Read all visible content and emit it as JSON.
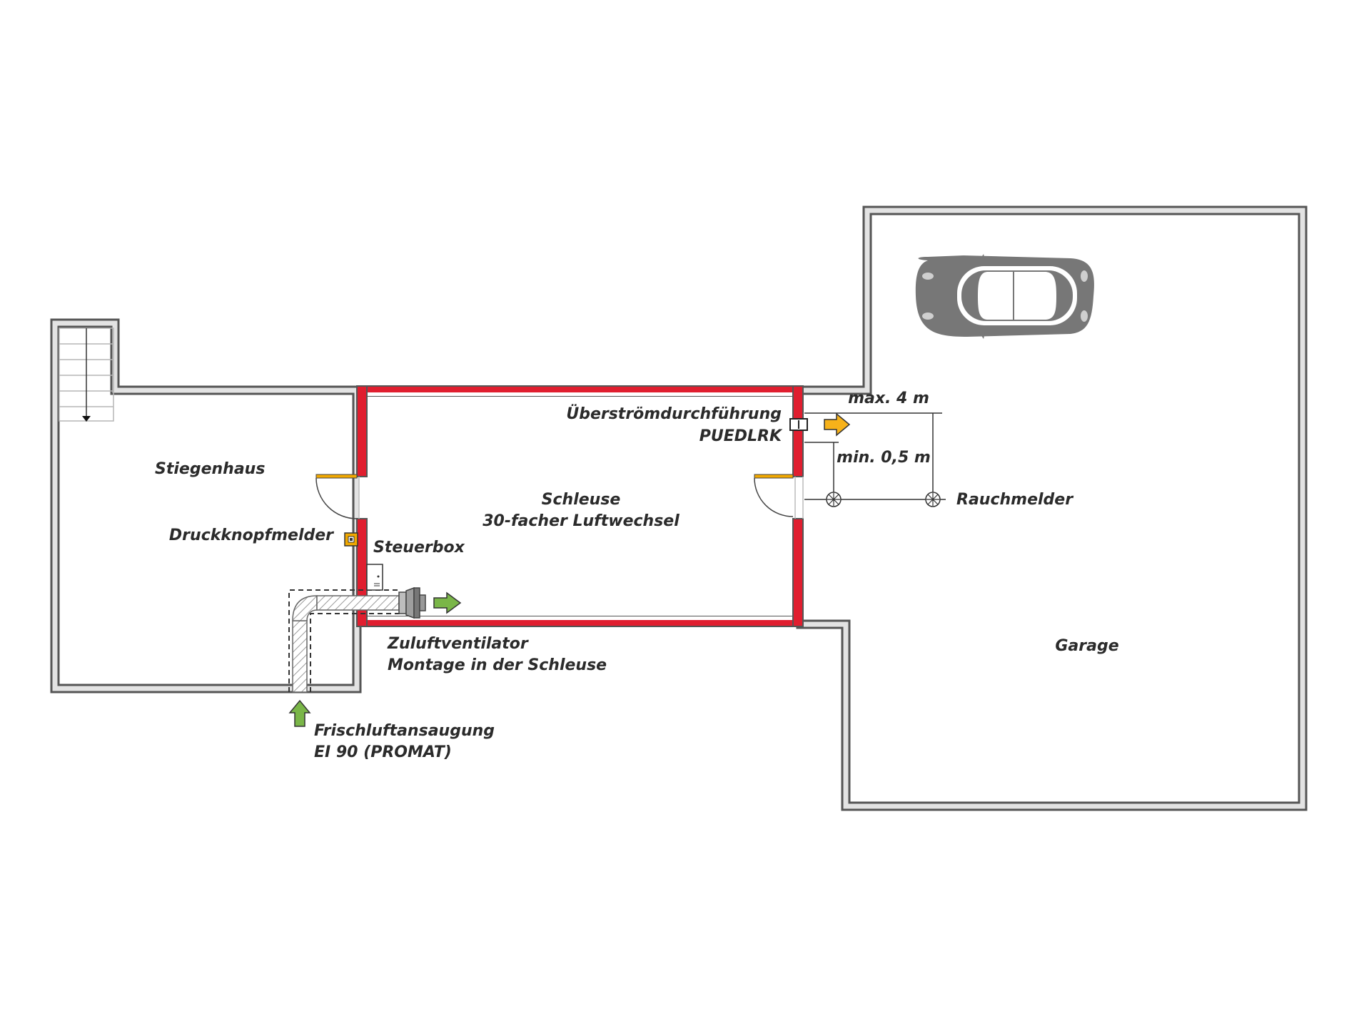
{
  "labels": {
    "stairwell": "Stiegenhaus",
    "airlock_title": "Schleuse",
    "airlock_subtitle": "30-facher Luftwechsel",
    "overflow_title": "Überströmdurchführung",
    "overflow_code": "PUEDLRK",
    "max_distance": "max. 4 m",
    "min_distance": "min. 0,5 m",
    "smoke_detector": "Rauchmelder",
    "push_button": "Druckknopfmelder",
    "control_box": "Steuerbox",
    "supply_fan_title": "Zuluftventilator",
    "supply_fan_subtitle": "Montage in der Schleuse",
    "garage": "Garage",
    "fresh_air_title": "Frischluftansaugung",
    "fresh_air_subtitle": "EI 90 (PROMAT)"
  },
  "colors": {
    "wall_fill": "#e3e3e3",
    "wall_stroke": "#555555",
    "airlock_wall": "#e01e2f",
    "fresh_air_arrow": "#7ab648",
    "overflow_arrow": "#f7b21a",
    "push_button": "#f2a900",
    "car_body": "#777777"
  },
  "icons": {
    "stairs": "stairs-icon",
    "car": "car-icon",
    "smoke_detector": "smoke-detector-icon",
    "push_button": "push-button-icon",
    "control_box": "control-box-icon",
    "fan": "fan-icon",
    "overflow_valve": "overflow-valve-icon"
  }
}
